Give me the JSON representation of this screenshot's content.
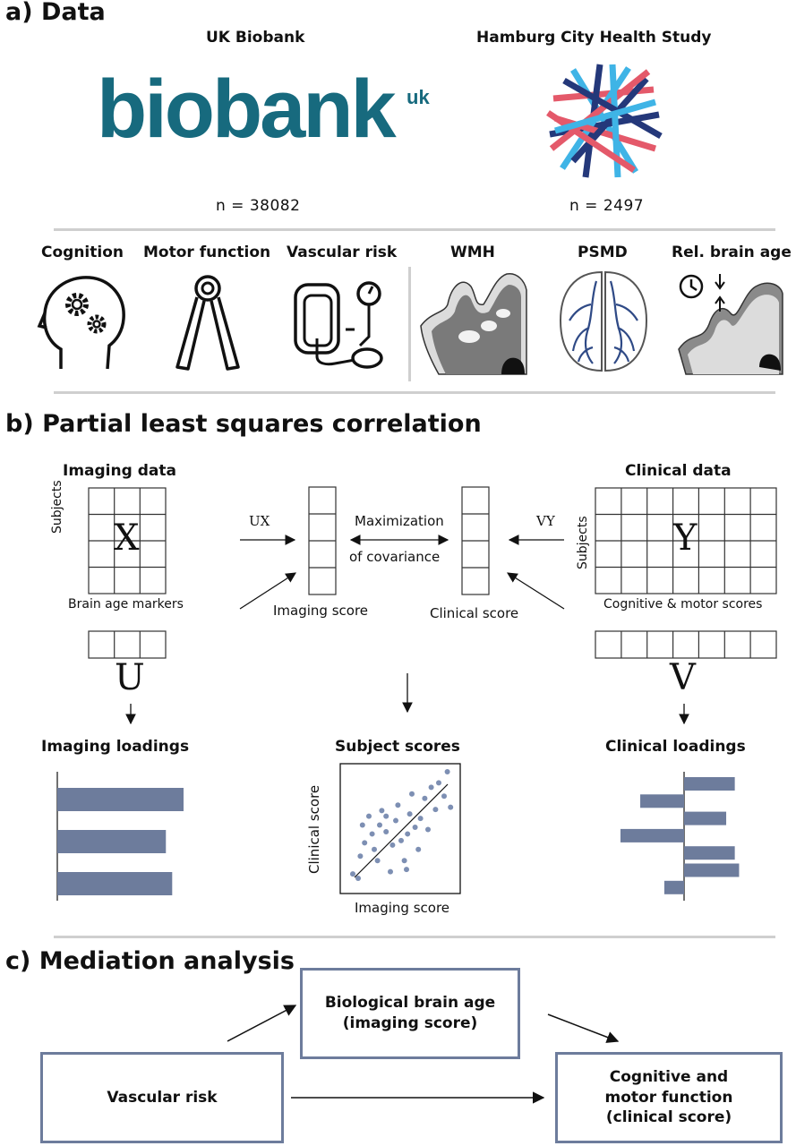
{
  "section_a": {
    "title": "a) Data",
    "cohorts": [
      {
        "name": "UK Biobank",
        "logo_text": "biobank",
        "logo_sup": "uk",
        "n": "n = 38082"
      },
      {
        "name": "Hamburg City Health Study",
        "n": "n = 2497"
      }
    ],
    "clinical_measures": [
      "Cognition",
      "Motor function",
      "Vascular risk"
    ],
    "imaging_measures": [
      "WMH",
      "PSMD",
      "Rel. brain age"
    ]
  },
  "section_b": {
    "title": "b) Partial least squares correlation",
    "imaging": {
      "heading": "Imaging data",
      "matrix": "X",
      "rows_label": "Subjects",
      "cols_label": "Brain age markers",
      "weight": "U",
      "loadings_title": "Imaging loadings",
      "projection": "UX",
      "score": "Imaging score"
    },
    "clinical": {
      "heading": "Clinical data",
      "matrix": "Y",
      "rows_label": "Subjects",
      "cols_label": "Cognitive & motor scores",
      "weight": "V",
      "loadings_title": "Clinical loadings",
      "projection": "VY",
      "score": "Clinical score"
    },
    "maximization": [
      "Maximization",
      "of covariance"
    ],
    "subject_scores_title": "Subject scores",
    "scatter_xlabel": "Imaging score",
    "scatter_ylabel": "Clinical score",
    "imaging_loadings": [
      1.0,
      0.86,
      0.91
    ],
    "clinical_loadings": [
      0.59,
      -0.51,
      0.49,
      -0.74,
      0.59,
      0.64,
      -0.23
    ],
    "scatter_points": [
      [
        0.05,
        0.08
      ],
      [
        0.1,
        0.04
      ],
      [
        0.12,
        0.24
      ],
      [
        0.16,
        0.36
      ],
      [
        0.2,
        0.6
      ],
      [
        0.23,
        0.44
      ],
      [
        0.25,
        0.3
      ],
      [
        0.28,
        0.2
      ],
      [
        0.3,
        0.52
      ],
      [
        0.32,
        0.65
      ],
      [
        0.36,
        0.46
      ],
      [
        0.4,
        0.1
      ],
      [
        0.42,
        0.34
      ],
      [
        0.45,
        0.56
      ],
      [
        0.47,
        0.7
      ],
      [
        0.5,
        0.38
      ],
      [
        0.53,
        0.2
      ],
      [
        0.56,
        0.44
      ],
      [
        0.58,
        0.62
      ],
      [
        0.6,
        0.8
      ],
      [
        0.63,
        0.5
      ],
      [
        0.66,
        0.3
      ],
      [
        0.68,
        0.58
      ],
      [
        0.72,
        0.76
      ],
      [
        0.75,
        0.48
      ],
      [
        0.78,
        0.86
      ],
      [
        0.82,
        0.66
      ],
      [
        0.85,
        0.9
      ],
      [
        0.9,
        0.78
      ],
      [
        0.93,
        1.0
      ],
      [
        0.96,
        0.68
      ],
      [
        0.36,
        0.6
      ],
      [
        0.55,
        0.12
      ],
      [
        0.14,
        0.52
      ]
    ]
  },
  "section_c": {
    "title": "c) Mediation analysis",
    "mediator": [
      "Biological brain age",
      "(imaging score)"
    ],
    "exposure": "Vascular risk",
    "outcome": [
      "Cognitive and",
      "motor function",
      "(clinical score)"
    ]
  },
  "colors": {
    "bar": "#6d7c9c",
    "logo": "#176a7e",
    "rule": "#cfcfcf",
    "hchs_red": "#e4596a",
    "hchs_blue": "#3fb4e6",
    "hchs_navy": "#24387a"
  }
}
